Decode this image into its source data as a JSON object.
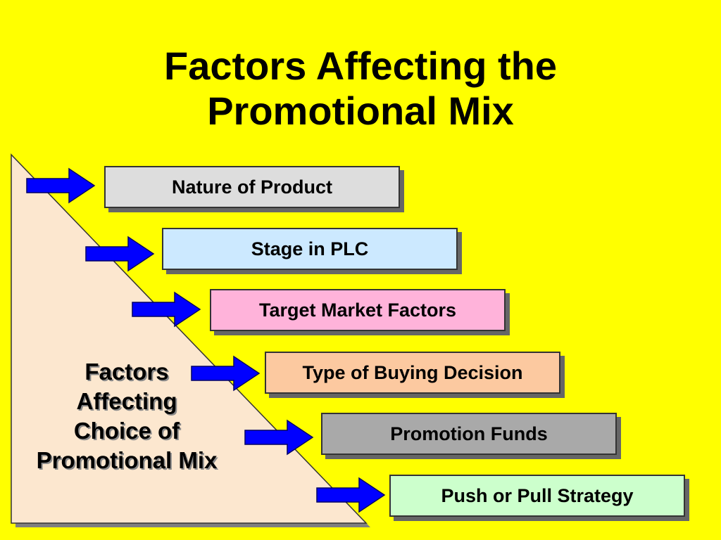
{
  "slide": {
    "background_color": "#FFFF00",
    "title_lines": [
      "Factors Affecting the",
      "Promotional Mix"
    ]
  },
  "triangle": {
    "fill_color": "#FCE7CF",
    "label_lines": [
      "Factors",
      "Affecting",
      "Choice of",
      "Promotional Mix"
    ]
  },
  "arrow_color": "#0000FF",
  "factors": [
    {
      "label": "Nature of Product",
      "color": "#DDDDDD"
    },
    {
      "label": "Stage in PLC",
      "color": "#CCE9FF"
    },
    {
      "label": "Target Market Factors",
      "color": "#FFB3DA"
    },
    {
      "label": "Type of Buying Decision",
      "color": "#FCC9A0"
    },
    {
      "label": "Promotion Funds",
      "color": "#A9A9A9"
    },
    {
      "label": "Push or Pull Strategy",
      "color": "#CCFFCC"
    }
  ]
}
